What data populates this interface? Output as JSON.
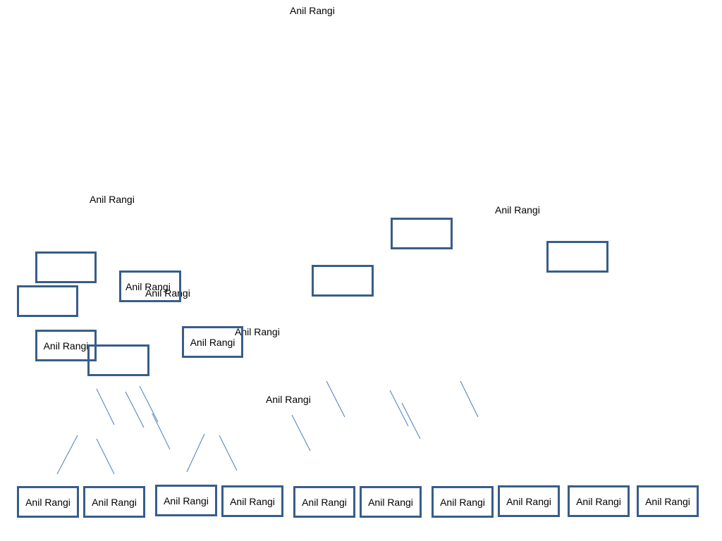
{
  "labels": {
    "top": "Anil Rangi",
    "left_title": "Anil Rangi",
    "right_title": "Anil Rangi",
    "overlap_a": "Anil Rangi",
    "overlap_b": "Anil Rangi",
    "middle": "Anil Rangi",
    "center_low": "Anil Rangi"
  },
  "boxes": {
    "box_b2": "Anil Rangi",
    "box_b4": "Anil Rangi",
    "box_b6": "Anil Rangi"
  },
  "bottom_row": [
    "Anil Rangi",
    "Anil Rangi",
    "Anil Rangi",
    "Anil Rangi",
    "Anil Rangi",
    "Anil Rangi",
    "Anil Rangi",
    "Anil Rangi",
    "Anil Rangi",
    "Anil Rangi"
  ],
  "colors": {
    "box_border": "#385d8a",
    "line": "#4a7ebb"
  }
}
